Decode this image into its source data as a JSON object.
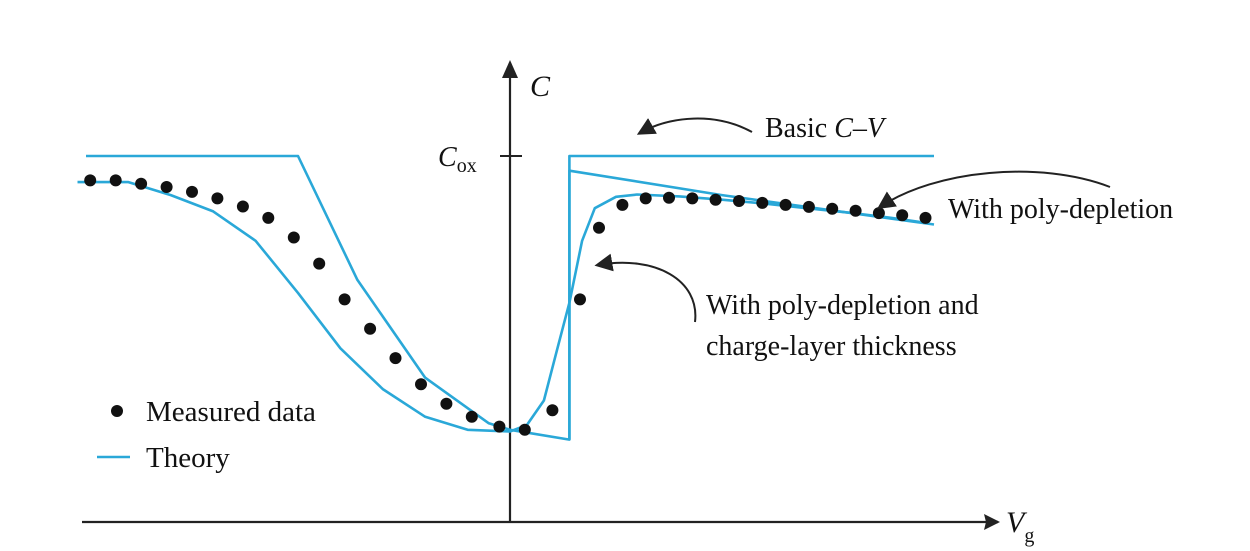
{
  "chart_data": {
    "type": "line",
    "title": "",
    "xlabel": "V",
    "xlabel_sub": "g",
    "ylabel": "C",
    "y_tick": {
      "label_main": "C",
      "label_sub": "ox",
      "value": 1.0
    },
    "xlim": [
      -1.0,
      1.1
    ],
    "ylim": [
      -0.2,
      1.18
    ],
    "grid": false,
    "legend": {
      "placement": "bottom-left",
      "entries": [
        {
          "label": "Measured data",
          "marker": "dot"
        },
        {
          "label": "Theory",
          "marker": "line"
        }
      ]
    },
    "colors": {
      "theory": "#2aa8d8",
      "measured": "#111111",
      "axes": "#222222"
    },
    "annotations": [
      {
        "id": "basic",
        "text_pre": "Basic ",
        "text_italic": "C–V",
        "points_to": "basic-cv"
      },
      {
        "id": "poly",
        "text": "With poly-depletion",
        "points_to": "poly-depletion"
      },
      {
        "id": "charge_line1",
        "text": "With poly-depletion and"
      },
      {
        "id": "charge_line2",
        "text": "charge-layer thickness",
        "points_to": "poly-charge-layer"
      }
    ],
    "series": [
      {
        "id": "basic-cv",
        "kind": "theory",
        "x": [
          -1.0,
          -0.5,
          -0.36,
          -0.2,
          -0.05,
          0.0,
          0.14,
          0.14,
          0.8,
          1.0
        ],
        "y": [
          1.0,
          1.0,
          0.62,
          0.32,
          0.18,
          0.16,
          0.13,
          1.0,
          1.0,
          1.0
        ]
      },
      {
        "id": "poly-depletion",
        "kind": "theory",
        "x": [
          0.14,
          0.14,
          0.5,
          1.0
        ],
        "y": [
          0.13,
          0.955,
          0.88,
          0.79
        ]
      },
      {
        "id": "poly-charge-layer",
        "kind": "theory",
        "x": [
          -1.02,
          -0.9,
          -0.8,
          -0.7,
          -0.6,
          -0.5,
          -0.4,
          -0.3,
          -0.2,
          -0.1,
          0.0,
          0.04,
          0.08,
          0.11,
          0.14,
          0.17,
          0.2,
          0.25,
          0.3,
          0.4,
          0.5,
          0.6,
          0.7,
          0.8,
          0.9,
          0.98
        ],
        "y": [
          0.92,
          0.92,
          0.88,
          0.83,
          0.74,
          0.58,
          0.41,
          0.285,
          0.2,
          0.16,
          0.155,
          0.175,
          0.25,
          0.4,
          0.55,
          0.74,
          0.84,
          0.875,
          0.882,
          0.876,
          0.866,
          0.854,
          0.84,
          0.826,
          0.81,
          0.795
        ]
      }
    ],
    "measured": {
      "x": [
        -0.99,
        -0.93,
        -0.87,
        -0.81,
        -0.75,
        -0.69,
        -0.63,
        -0.57,
        -0.51,
        -0.45,
        -0.39,
        -0.33,
        -0.27,
        -0.21,
        -0.15,
        -0.09,
        -0.025,
        0.035,
        0.1,
        0.165,
        0.21,
        0.265,
        0.32,
        0.375,
        0.43,
        0.485,
        0.54,
        0.595,
        0.65,
        0.705,
        0.76,
        0.815,
        0.87,
        0.925,
        0.98
      ],
      "y": [
        0.925,
        0.925,
        0.915,
        0.905,
        0.89,
        0.87,
        0.845,
        0.81,
        0.75,
        0.67,
        0.56,
        0.47,
        0.38,
        0.3,
        0.24,
        0.2,
        0.17,
        0.16,
        0.22,
        0.56,
        0.78,
        0.85,
        0.87,
        0.872,
        0.87,
        0.866,
        0.862,
        0.856,
        0.85,
        0.844,
        0.838,
        0.832,
        0.825,
        0.818,
        0.81
      ]
    }
  }
}
